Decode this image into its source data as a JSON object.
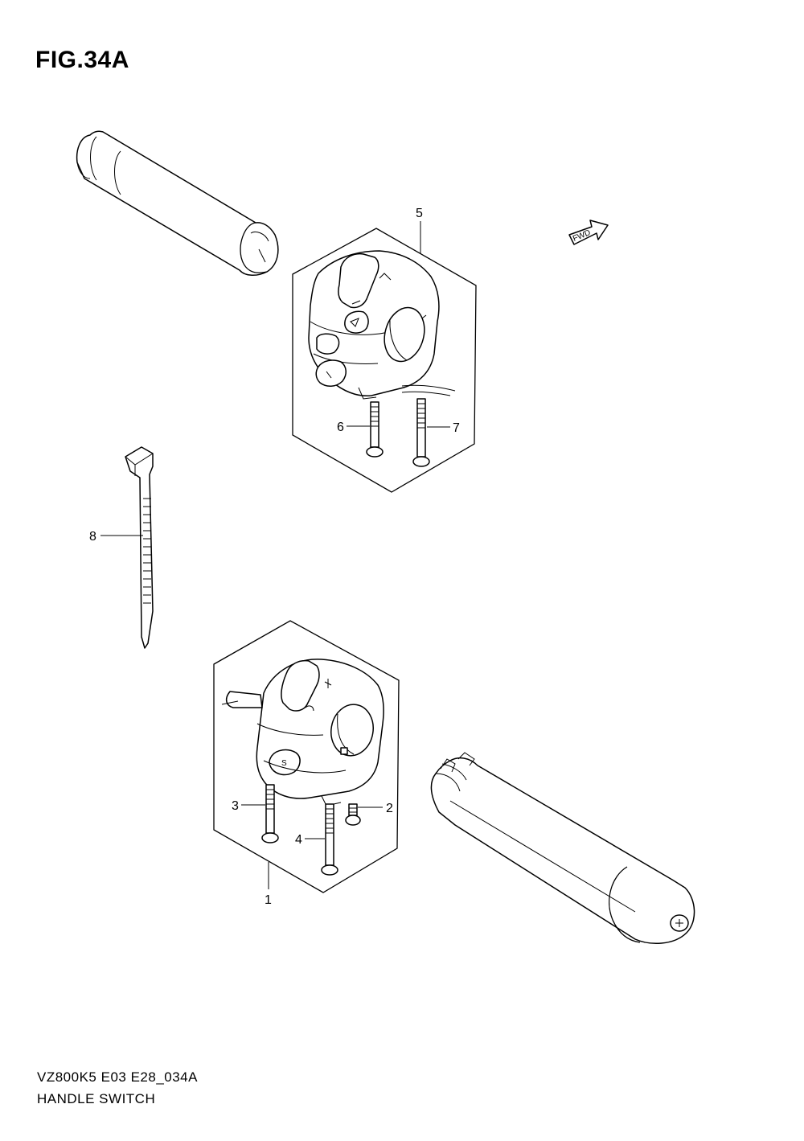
{
  "figure": {
    "title": "FIG.34A"
  },
  "footer": {
    "code": "VZ800K5 E03 E28_034A",
    "title": "HANDLE SWITCH"
  },
  "fwd_badge": "FWD",
  "callouts": {
    "p1": "1",
    "p2": "2",
    "p3": "3",
    "p4": "4",
    "p5": "5",
    "p6": "6",
    "p7": "7",
    "p8": "8"
  },
  "switch_symbols": {
    "right_switch_start": "S"
  }
}
